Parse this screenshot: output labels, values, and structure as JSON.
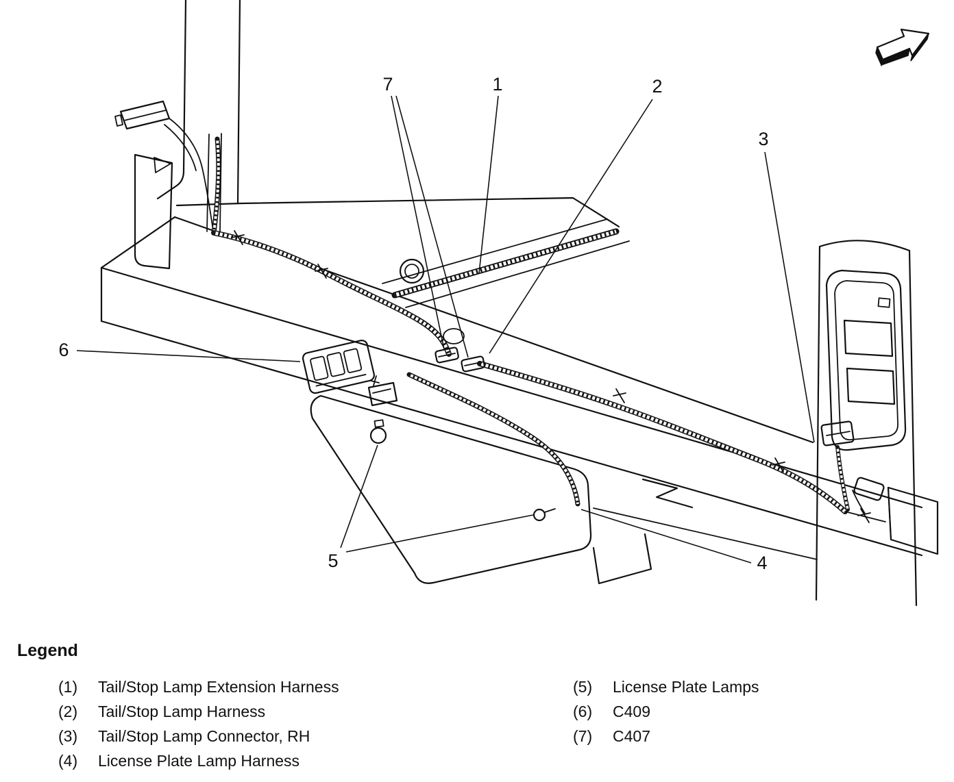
{
  "figure": {
    "name": "rear-tail-lamp-wiring-illustration",
    "icons": {
      "direction_arrow": "northeast-block-arrow"
    },
    "callouts": [
      {
        "n": "1"
      },
      {
        "n": "2"
      },
      {
        "n": "3"
      },
      {
        "n": "4"
      },
      {
        "n": "5"
      },
      {
        "n": "6"
      },
      {
        "n": "7"
      }
    ]
  },
  "legend": {
    "title": "Legend",
    "left": [
      {
        "num": "(1)",
        "label": "Tail/Stop Lamp Extension Harness"
      },
      {
        "num": "(2)",
        "label": "Tail/Stop Lamp Harness"
      },
      {
        "num": "(3)",
        "label": "Tail/Stop Lamp Connector, RH"
      },
      {
        "num": "(4)",
        "label": "License Plate Lamp Harness"
      }
    ],
    "right": [
      {
        "num": "(5)",
        "label": "License Plate Lamps"
      },
      {
        "num": "(6)",
        "label": "C409"
      },
      {
        "num": "(7)",
        "label": "C407"
      }
    ]
  },
  "colors": {
    "ink": "#111111",
    "background": "#ffffff"
  }
}
